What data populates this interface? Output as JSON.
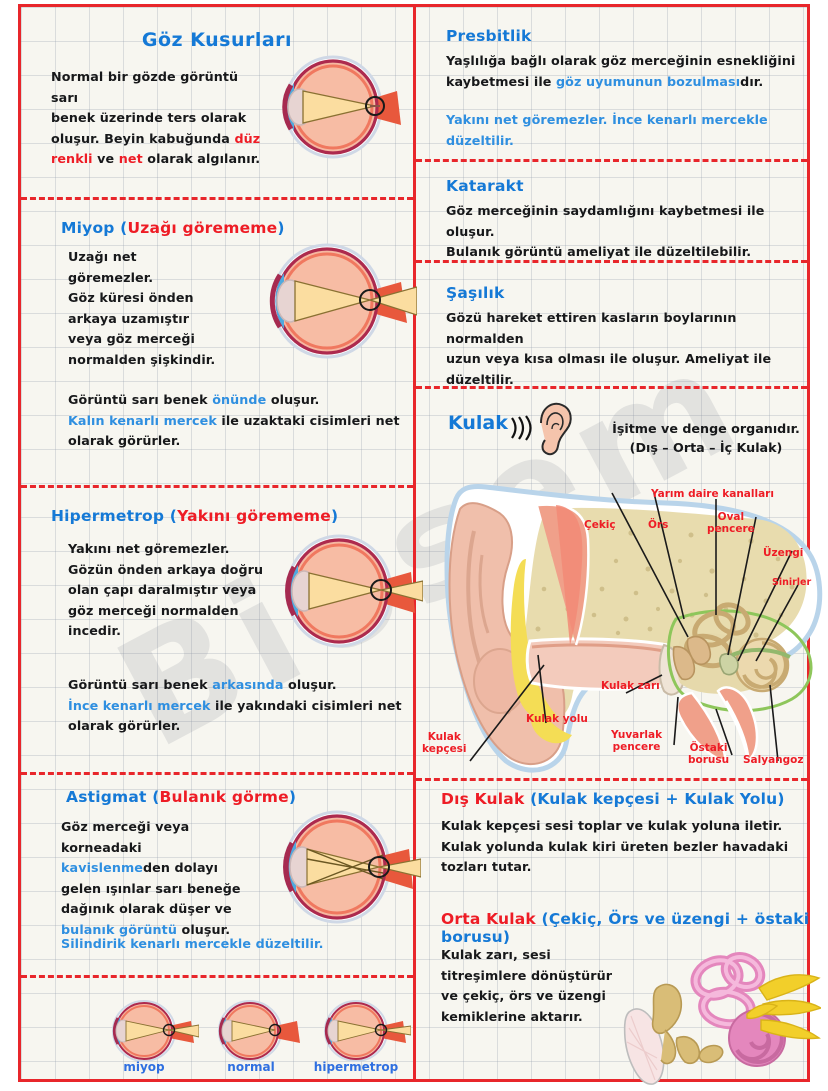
{
  "watermark": "Biosem",
  "left": {
    "title": "Göz Kusurları",
    "normal": {
      "t1": "Normal bir gözde görüntü sarı",
      "t2": "benek üzerinde ters olarak",
      "t3a": "oluşur. Beyin kabuğunda ",
      "t3b": "düz",
      "t4a": "renkli",
      "t4b": " ve ",
      "t4c": "net",
      "t4d": " olarak algılanır."
    },
    "miyop": {
      "head_blue": "Miyop (",
      "head_red": "Uzağı görememe",
      "head_close": ")",
      "lines": [
        "Uzağı net",
        "göremezler.",
        "Göz küresi önden",
        "arkaya uzamıştır",
        "veya göz merceği",
        "normalden şişkindir."
      ],
      "foot1a": "Görüntü sarı benek ",
      "foot1b": "önünde",
      "foot1c": " oluşur.",
      "foot2a": "Kalın kenarlı mercek",
      "foot2b": " ile uzaktaki cisimleri net",
      "foot3": "olarak görürler."
    },
    "hipermetrop": {
      "head_blue": "Hipermetrop (",
      "head_red": "Yakını görememe",
      "head_close": ")",
      "lines": [
        "Yakını net göremezler.",
        "Gözün önden arkaya doğru",
        "olan çapı daralmıştır veya",
        "göz merceği normalden",
        "incedir."
      ],
      "foot1a": "Görüntü sarı benek ",
      "foot1b": "arkasında",
      "foot1c": " oluşur.",
      "foot2a": "İnce kenarlı mercek",
      "foot2b": " ile yakındaki cisimleri net",
      "foot3": "olarak görürler."
    },
    "astigmat": {
      "head_blue": "Astigmat (",
      "head_red": "Bulanık görme",
      "head_close": ")",
      "l1": "Göz merceği veya",
      "l2": "korneadaki",
      "l3a": "kavislenme",
      "l3b": "den dolayı",
      "l4": "gelen ışınlar sarı beneğe",
      "l5": "dağınık olarak düşer ve",
      "l6a": "bulanık görüntü",
      "l6b": " oluşur.",
      "l7": "Silindirik kenarlı mercekle düzeltilir."
    },
    "compare": [
      "miyop",
      "normal",
      "hipermetrop"
    ]
  },
  "right": {
    "presbitlik": {
      "head": "Presbitlik",
      "l1": "Yaşlılığa bağlı olarak göz merceğinin esnekliğini",
      "l2a": "kaybetmesi ile ",
      "l2b": "göz uyumunun bozulması",
      "l2c": "dır.",
      "l3": "Yakını net göremezler. İnce kenarlı mercekle düzeltilir."
    },
    "katarakt": {
      "head": "Katarakt",
      "l1": "Göz merceğinin saydamlığını kaybetmesi ile oluşur.",
      "l2": "Bulanık görüntü ameliyat ile düzeltilebilir."
    },
    "sasilik": {
      "head": "Şaşılık",
      "l1": "Gözü hareket ettiren kasların boylarının normalden",
      "l2": "uzun veya kısa olması ile oluşur. Ameliyat ile düzeltilir."
    },
    "kulak": {
      "title": "Kulak",
      "desc1": "İşitme ve denge organıdır.",
      "desc2": "(Dış – Orta – İç Kulak)",
      "labels": {
        "yarim_daire": "Yarım daire kanalları",
        "cekic": "Çekiç",
        "ors": "Örs",
        "oval_pencere": "Oval\npencere",
        "uzengi": "Üzengi",
        "sinirler": "Sinirler",
        "kulak_zari": "Kulak zarı",
        "kulak_yolu": "Kulak yolu",
        "kulak_kepcesi": "Kulak\nkepçesi",
        "yuvarlak_pencere": "Yuvarlak\npencere",
        "ostaki_borusu": "Östaki\nborusu",
        "salyangoz": "Salyangoz"
      }
    },
    "dis_kulak": {
      "head_red": "Dış Kulak ",
      "head_blue": "(Kulak kepçesi + Kulak Yolu)",
      "l1": "Kulak kepçesi sesi toplar ve kulak yoluna iletir.",
      "l2": "Kulak yolunda kulak kiri üreten bezler havadaki",
      "l3": "tozları tutar."
    },
    "orta_kulak": {
      "head_red": "Orta Kulak ",
      "head_blue": "(Çekiç, Örs ve üzengi + östaki borusu)",
      "l1": "Kulak zarı, sesi",
      "l2": "titreşimlere dönüştürür",
      "l3": "ve çekiç, örs ve üzengi",
      "l4": "kemiklerine aktarır."
    }
  },
  "colors": {
    "frame_red": "#e8262b",
    "heading_blue": "#1579d6",
    "accent_red": "#ee1c25",
    "body_black": "#17181a",
    "paper": "#f7f6f0"
  }
}
